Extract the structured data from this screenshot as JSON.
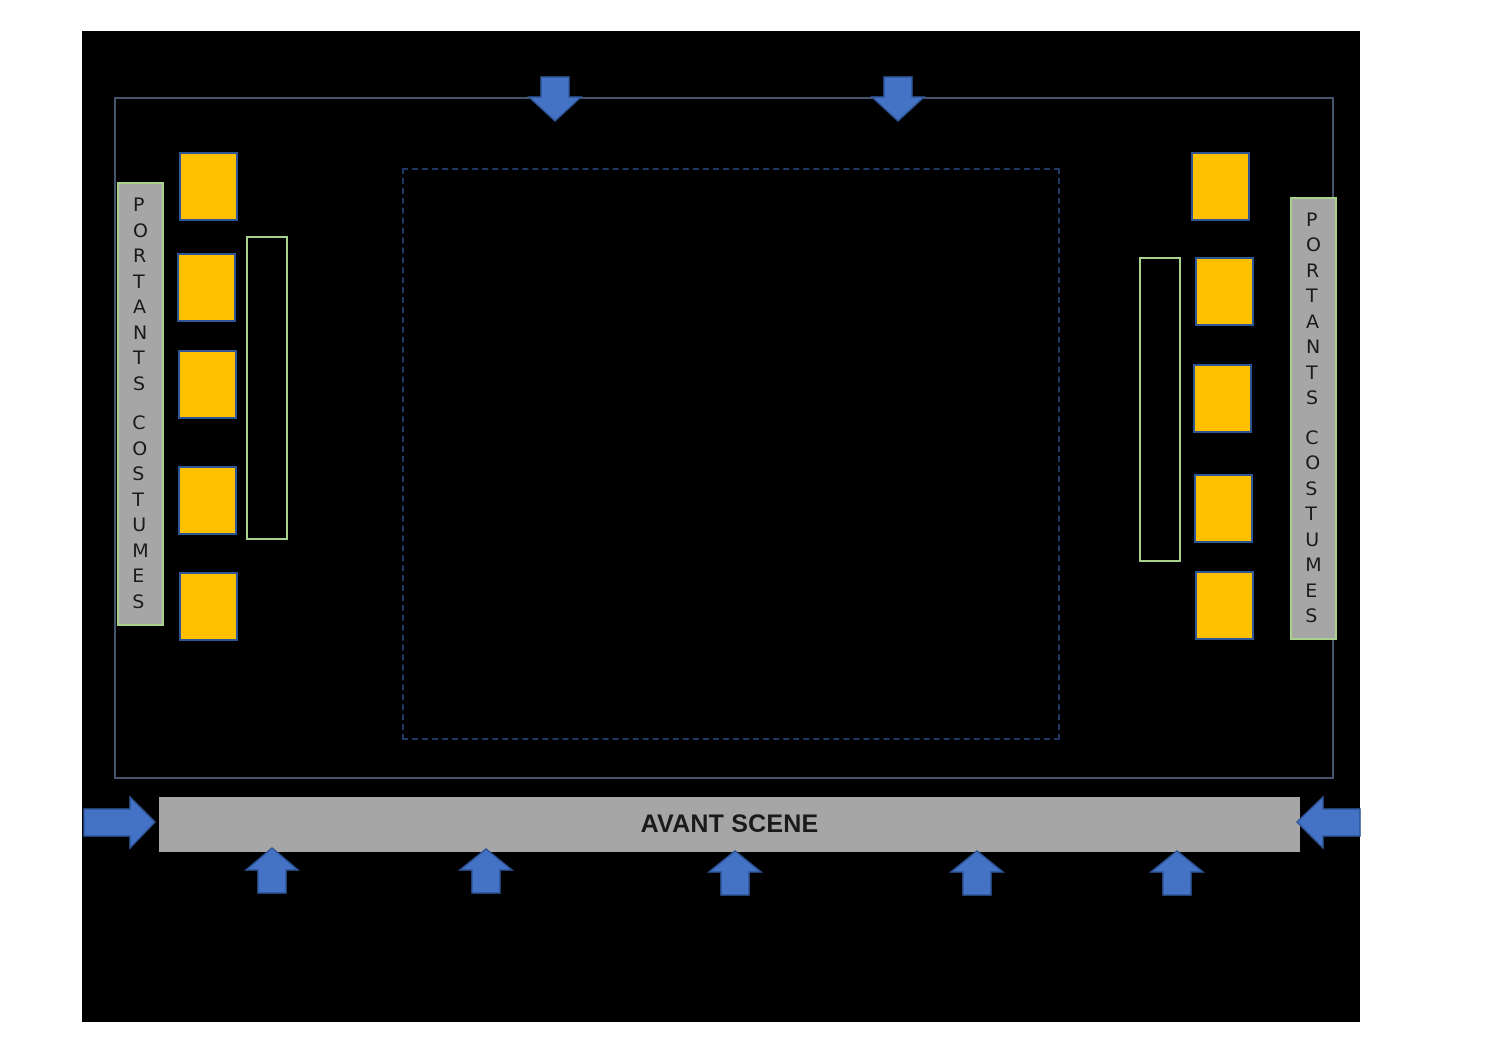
{
  "diagram": {
    "front_stage_label": "AVANT SCENE",
    "left_rack": {
      "label_word1": "PORTANTS",
      "label_word2": "COSTUMES"
    },
    "right_rack": {
      "label_word1": "PORTANTS",
      "label_word2": "COSTUMES"
    },
    "colors": {
      "background": "#000000",
      "stage_outline": "#44546a",
      "performance_area_outline": "#1f3864",
      "costume_rack_fill": "#a6a6a6",
      "costume_rack_border": "#a9d18e",
      "chair_fill": "#ffc000",
      "chair_border": "#2f5597",
      "arrow_fill": "#4472c4",
      "front_stage_fill": "#a6a6a6"
    }
  }
}
